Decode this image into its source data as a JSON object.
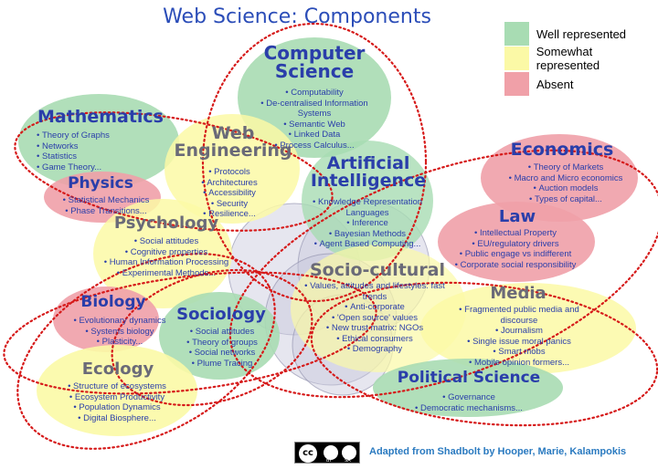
{
  "title": "Web Science: Components",
  "legend": [
    {
      "label": "Well represented",
      "color": "#a8dcb3"
    },
    {
      "label": "Somewhat represented",
      "color": "#fbf9a6"
    },
    {
      "label": "Absent",
      "color": "#f0a0a8"
    }
  ],
  "nodes": {
    "computer_science": {
      "title": "Computer\nScience",
      "items": [
        "Computability",
        "De-centralised Information Systems",
        "Semantic Web",
        "Linked Data",
        "Process Calculus..."
      ]
    },
    "mathematics": {
      "title": "Mathematics",
      "items": [
        "Theory of Graphs",
        "Networks",
        "Statistics",
        "Game Theory..."
      ]
    },
    "web_engineering": {
      "title": "Web\nEngineering",
      "items": [
        "Protocols",
        "Architectures",
        "Accessibility",
        "Security",
        "Resilience..."
      ]
    },
    "physics": {
      "title": "Physics",
      "items": [
        "Statistical Mechanics",
        "Phase Transitions..."
      ]
    },
    "artificial_intelligence": {
      "title": "Artificial\nIntelligence",
      "items": [
        "Knowledge Representation Languages",
        "Inference",
        "Bayesian Methods",
        "Agent Based Computing..."
      ]
    },
    "economics": {
      "title": "Economics",
      "items": [
        "Theory of Markets",
        "Macro and Micro economics",
        "Auction models",
        "Types of capital..."
      ]
    },
    "law": {
      "title": "Law",
      "items": [
        "Intellectual Property",
        "EU/regulatory drivers",
        "Public engage vs indifferent",
        "Corporate social responsibility"
      ]
    },
    "psychology": {
      "title": "Psychology",
      "items": [
        "Social attitudes",
        "Cognitive properties",
        "Human Information Processing",
        "Experimental Methods..."
      ]
    },
    "socio_cultural": {
      "title": "Socio-cultural",
      "items": [
        "Values, attitudes and lifestyles: fast trends",
        "Anti-corporate",
        "'Open source' values",
        "New trust matrix: NGOs",
        "Ethical consumers",
        "Demography"
      ]
    },
    "media": {
      "title": "Media",
      "items": [
        "Fragmented public media and discourse",
        "Journalism",
        "Single issue moral panics",
        "Smart mobs",
        "Mobile opinion formers..."
      ]
    },
    "biology": {
      "title": "Biology",
      "items": [
        "Evolutionary dynamics",
        "Systems biology",
        "Plasticity..."
      ]
    },
    "sociology": {
      "title": "Sociology",
      "items": [
        "Social attitudes",
        "Theory of groups",
        "Social networks",
        "Plume Tracing"
      ]
    },
    "ecology": {
      "title": "Ecology",
      "items": [
        "Structure of ecosystems",
        "Ecosystem Productivity",
        "Population Dynamics",
        "Digital Biosphere..."
      ]
    },
    "political_science": {
      "title": "Political Science",
      "items": [
        "Governance",
        "Democratic mechanisms..."
      ]
    }
  },
  "license_badge": {
    "text": "cc",
    "by": "BY",
    "sa": "SA"
  },
  "credit": "Adapted from Shadbolt by Hooper, Marie, Kalampokis"
}
